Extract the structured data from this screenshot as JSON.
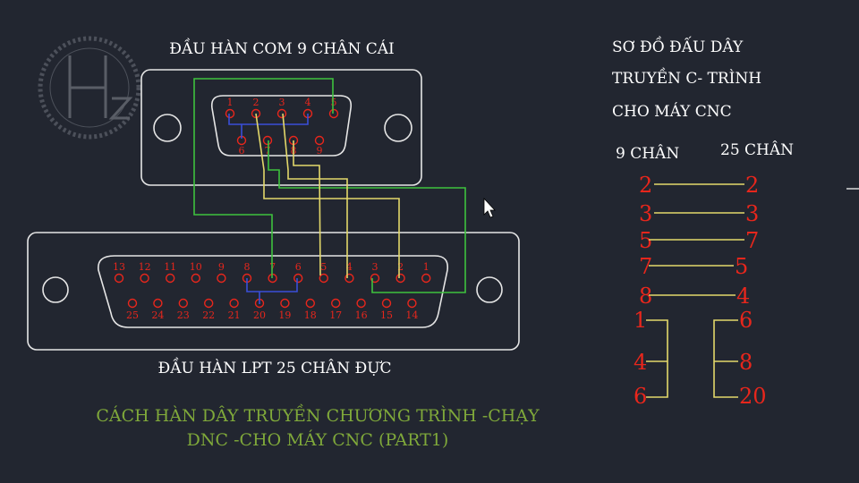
{
  "labels": {
    "db9_title": "ĐẦU HÀN COM 9 CHÂN CÁI",
    "db25_title": "ĐẦU HÀN LPT 25 CHÂN ĐỰC",
    "schema_line1": "SƠ ĐỒ ĐẤU DÂY",
    "schema_line2": "TRUYỀN C- TRÌNH",
    "schema_line3": "CHO MÁY CNC",
    "col_9": "9 CHÂN",
    "col_25": "25 CHÂN",
    "caption_line1": "CÁCH HÀN DÂY TRUYỀN CHƯƠNG TRÌNH -CHẠY",
    "caption_line2": "DNC -CHO MÁY CNC (PART1)"
  },
  "db9": {
    "top_pins": [
      "1",
      "2",
      "3",
      "4",
      "5"
    ],
    "bottom_pins": [
      "6",
      "7",
      "8",
      "9"
    ]
  },
  "db25": {
    "top_pins": [
      "13",
      "12",
      "11",
      "10",
      "9",
      "8",
      "7",
      "6",
      "5",
      "4",
      "3",
      "2",
      "1"
    ],
    "bottom_pins": [
      "25",
      "24",
      "23",
      "22",
      "21",
      "20",
      "19",
      "18",
      "17",
      "16",
      "15",
      "14"
    ]
  },
  "wiring_table": [
    {
      "left": "2",
      "right": "2"
    },
    {
      "left": "3",
      "right": "3"
    },
    {
      "left": "5",
      "right": "7"
    },
    {
      "left": "7",
      "right": "5"
    },
    {
      "left": "8",
      "right": "4"
    }
  ],
  "bridge_left": [
    "1",
    "4",
    "6"
  ],
  "bridge_right": [
    "6",
    "8",
    "20"
  ],
  "colors": {
    "background": "#222630",
    "outline": "#e6e6e6",
    "pin": "#e8261c",
    "green_wire": "#3ec23e",
    "yellow_wire": "#e3d86a",
    "blue_bridge": "#3a4fd8",
    "caption": "#7fa83a"
  }
}
